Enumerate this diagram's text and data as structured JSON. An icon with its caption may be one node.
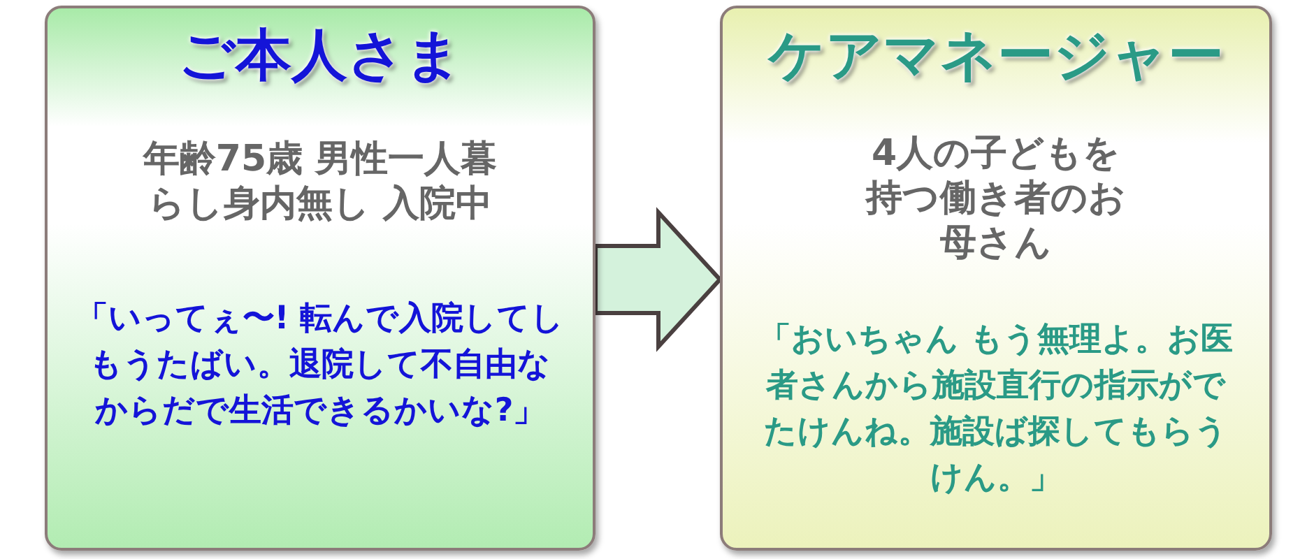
{
  "diagram": {
    "nodes": [
      {
        "text": [
          "ご本人さま",
          "年齢75歳 男性一人暮らし身内無し 入院中",
          "「いってぇ〜! 転んで入院してしもうたばい。退院して不自由なからだで生活できるかいな?」"
        ]
      },
      {
        "text": [
          "ケアマネージャー",
          "4人の子どもを持つ働き者のお母さん",
          "「おいちゃん もう無理よ。お医者さんから施設直行の指示がでたけんね。施設ば探してもらうけん。」"
        ]
      }
    ],
    "edges": [
      {
        "from": 0,
        "to": 1,
        "arrow": "to"
      }
    ]
  }
}
